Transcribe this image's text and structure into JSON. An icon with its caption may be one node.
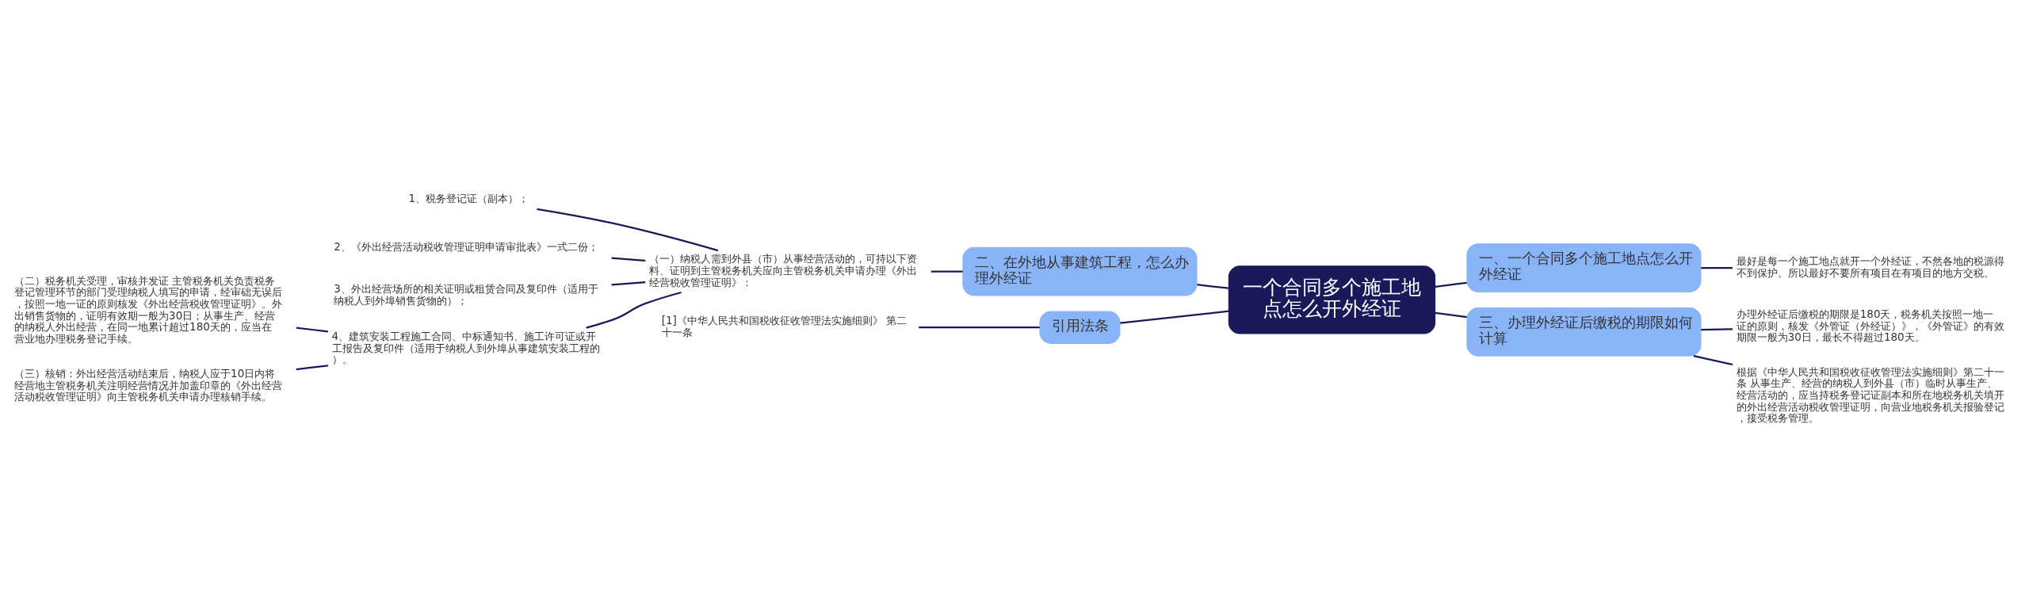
{
  "diagram": {
    "nodes": [
      {
        "text": [
          "一个合同多个施工地点怎么开外经证"
        ]
      },
      {
        "text": [
          "二、在外地从事建筑工程，怎么办理外经证"
        ]
      },
      {
        "text": [
          "（一）纳税人需到外县（市）从事经营活动的，可持以下资料、证明到主管税务机关应向主管税务机关申请办理《外出经营税收管理证明》："
        ]
      },
      {
        "text": [
          "1、税务登记证（副本）；"
        ]
      },
      {
        "text": [
          "2、《外出经营活动税收管理证明申请审批表》一式二份；"
        ]
      },
      {
        "text": [
          "3、外出经营场所的相关证明或租赁合同及复印件（适用于纳税人到外埠销售货物的）；"
        ]
      },
      {
        "text": [
          "4、建筑安装工程施工合同、中标通知书、施工许可证或开工报告及复印件（适用于纳税人到外埠从事建筑安装工程的）。"
        ]
      },
      {
        "text": [
          "（二）税务机关受理，审核并发证 主管税务机关负责税务登记管理环节的部门受理纳税人填写的申请，经审础无误后，按照一地一证的原则核发《外出经营税收管理证明》。外出销售货物的，证明有效期一般为30日；从事生产、经营的纳税人外出经营，在同一地累计超过180天的，应当在营业地办理税务登记手续。"
        ]
      },
      {
        "text": [
          "（三）核销：外出经营活动结束后，纳税人应于10日内将经营地主管税务机关注明经营情况并加盖印章的《外出经营活动税收管理证明》向主管税务机关申请办理核销手续。"
        ]
      },
      {
        "text": [
          "引用法条"
        ]
      },
      {
        "text": [
          "[1]《中华人民共和国税收征收管理法实施细则》 第二十一条"
        ]
      },
      {
        "text": [
          "一、一个合同多个施工地点怎么开外经证"
        ]
      },
      {
        "text": [
          "最好是每一个施工地点就开一个外经证，不然各地的税源得不到保护。所以最好不要所有项目在有项目的地方交税。"
        ]
      },
      {
        "text": [
          "三、办理外经证后缴税的期限如何计算"
        ]
      },
      {
        "text": [
          "办理外经证后缴税的期限是180天，税务机关按照一地一证的原则，核发《外管证（外经证）》，《外管证》的有效期限一般为30日，最长不得超过180天。"
        ]
      },
      {
        "text": [
          "根据《中华人民共和国税收征收管理法实施细则》第二十一条 从事生产、经营的纳税人到外县（市）临时从事生产、经营活动的，应当持税务登记证副本和所在地税务机关填开的外出经营活动税收管理证明，向营业地税务机关报验登记，接受税务管理。"
        ]
      }
    ],
    "edges": [
      {
        "from": 0,
        "to": 1,
        "arrow": "none"
      },
      {
        "from": 1,
        "to": 2,
        "arrow": "none"
      },
      {
        "from": 2,
        "to": 3,
        "arrow": "none"
      },
      {
        "from": 2,
        "to": 4,
        "arrow": "none"
      },
      {
        "from": 2,
        "to": 5,
        "arrow": "none"
      },
      {
        "from": 2,
        "to": 6,
        "arrow": "none"
      },
      {
        "from": 6,
        "to": 7,
        "arrow": "none"
      },
      {
        "from": 6,
        "to": 8,
        "arrow": "none"
      },
      {
        "from": 0,
        "to": 9,
        "arrow": "none"
      },
      {
        "from": 9,
        "to": 10,
        "arrow": "none"
      },
      {
        "from": 0,
        "to": 11,
        "arrow": "none"
      },
      {
        "from": 11,
        "to": 12,
        "arrow": "none"
      },
      {
        "from": 0,
        "to": 13,
        "arrow": "none"
      },
      {
        "from": 13,
        "to": 14,
        "arrow": "none"
      },
      {
        "from": 13,
        "to": 15,
        "arrow": "none"
      }
    ]
  }
}
